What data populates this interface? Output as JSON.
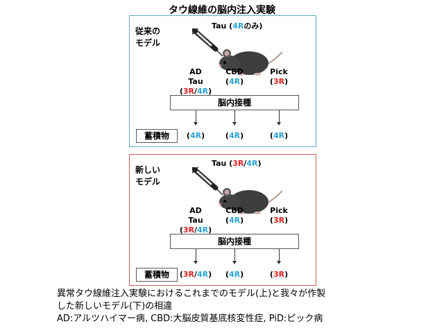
{
  "title": "タウ線維の脳内注入実験",
  "colors": {
    "r3": "#e02020",
    "r4": "#2aa3d6",
    "old_border": "#62a9c9",
    "new_border": "#d15a5a"
  },
  "old_model": {
    "label_line1": "従来の",
    "label_line2": "モデル",
    "tau_prefix": "Tau (",
    "tau_r4": "4R",
    "tau_suffix": "のみ)",
    "diseases": [
      "AD",
      "CBD",
      "Pick"
    ],
    "ad_tau_prefix": "Tau (",
    "inject_label": "脳内接種",
    "accum_label": "蓄積物"
  },
  "new_model": {
    "label_line1": "新しい",
    "label_line2": "モデル",
    "tau_prefix": "Tau (",
    "diseases": [
      "AD",
      "CBD",
      "Pick"
    ],
    "ad_tau_prefix": "Tau (",
    "inject_label": "脳内接種",
    "accum_label": "蓄積物"
  },
  "tokens": {
    "open": "(",
    "close": ")",
    "slash": "/",
    "r3": "3R",
    "r4": "4R"
  },
  "caption": {
    "line1": "異常タウ線維注入実験におけるこれまでのモデル(上)と我々が作製",
    "line2": "した新しいモデル(下)の相違",
    "line3": "AD:アルツハイマー病, CBD:大脳皮質基底核変性症, PiD:ピック病"
  }
}
